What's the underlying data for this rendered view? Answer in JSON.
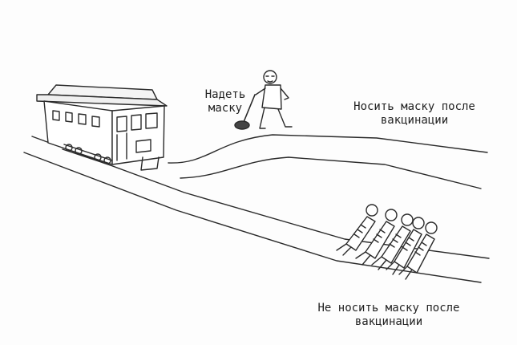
{
  "captions": {
    "lever_person": "Надеть\nмаску",
    "upper_track": "Носить маску после\nвакцинации",
    "lower_track": "Не носить маску после\nвакцинации"
  },
  "colors": {
    "ink": "#222222",
    "paper": "#fdfdfd"
  },
  "icons": {
    "tram": "trolley-icon",
    "lever": "lever-icon",
    "person": "person-at-lever-icon",
    "tied_people": "tied-people-icon"
  }
}
